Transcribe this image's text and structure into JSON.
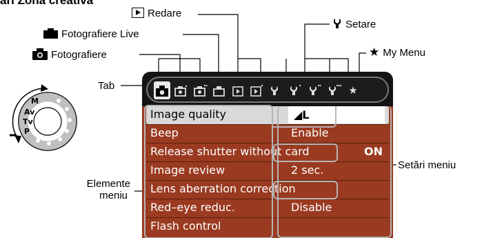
{
  "header_partial": "ări Zona creativă",
  "callouts": {
    "redare": "Redare",
    "setare": "Setare",
    "fotografiere_live": "Fotografiere Live",
    "my_menu": "My Menu",
    "fotografiere": "Fotografiere",
    "tab": "Tab",
    "setari_meniu": "Setări meniu",
    "elemente_meniu_line1": "Elemente",
    "elemente_meniu_line2": "meniu"
  },
  "icons": {
    "playback": "playback-icon",
    "wrench": "wrench-icon",
    "live_camera": "camera-filled-icon",
    "star": "star-icon",
    "camera": "camera-icon",
    "mode_dial": "mode-dial-icon"
  },
  "mode_dial_letters": [
    "M",
    "Av",
    "Tv",
    "P"
  ],
  "menu": {
    "items": [
      {
        "label": "Image quality",
        "value": "◢L",
        "selected": true
      },
      {
        "label": "Beep",
        "value": "Enable",
        "selected": false
      },
      {
        "label": "Release shutter without card",
        "value": "ON",
        "selected": false
      },
      {
        "label": "Image review",
        "value": "2 sec.",
        "selected": false
      },
      {
        "label": "Lens aberration correction",
        "value": "",
        "selected": false
      },
      {
        "label": "Red–eye reduc.",
        "value": "Disable",
        "selected": false
      },
      {
        "label": "Flash control",
        "value": "",
        "selected": false
      }
    ]
  },
  "colors": {
    "menu_background": "#9a3a20",
    "tab_bar_background": "#1c1c1c",
    "highlight": "#d9d9d9",
    "callout_frame": "#b5b5b5"
  }
}
